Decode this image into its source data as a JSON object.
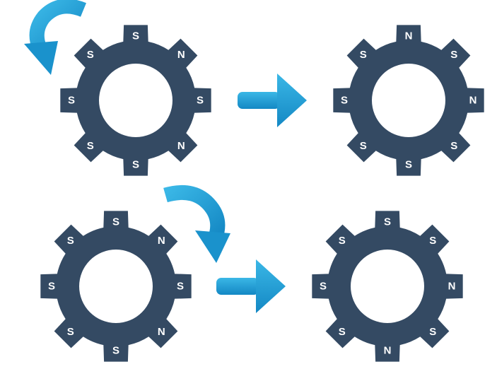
{
  "colors": {
    "gear": "#344a63",
    "arrow_light": "#3ab7e6",
    "arrow_dark": "#1488c4",
    "label": "#ffffff",
    "background": "#ffffff"
  },
  "rows": [
    {
      "name": "row-1",
      "rotation_direction": "counterclockwise",
      "before": {
        "labels": [
          "S",
          "N",
          "S",
          "N",
          "S",
          "S",
          "S",
          "S"
        ]
      },
      "after": {
        "labels": [
          "N",
          "S",
          "N",
          "S",
          "S",
          "S",
          "S",
          "S"
        ]
      }
    },
    {
      "name": "row-2",
      "rotation_direction": "clockwise",
      "before": {
        "labels": [
          "S",
          "N",
          "S",
          "N",
          "S",
          "S",
          "S",
          "S"
        ]
      },
      "after": {
        "labels": [
          "S",
          "S",
          "N",
          "S",
          "N",
          "S",
          "S",
          "S"
        ]
      }
    }
  ]
}
